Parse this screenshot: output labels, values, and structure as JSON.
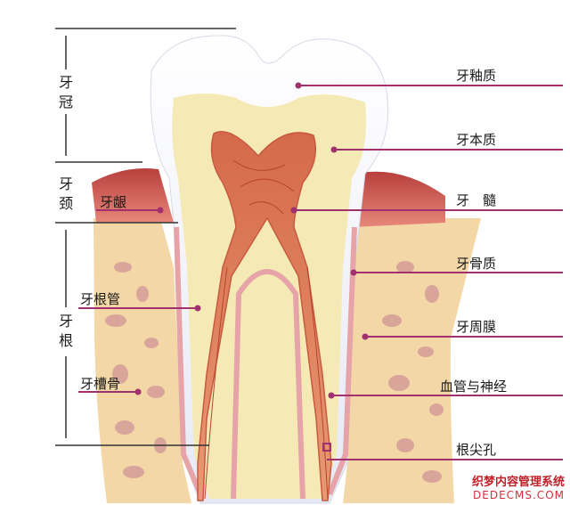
{
  "regions": {
    "crown": "牙冠",
    "neck": "牙颈",
    "root": "牙根"
  },
  "labels": {
    "enamel": "牙釉质",
    "dentin": "牙本质",
    "pulp": "牙　髓",
    "cementum": "牙骨质",
    "periodontium": "牙周膜",
    "vessels_nerves": "血管与神经",
    "apical_foramen": "根尖孔",
    "gingiva": "牙龈",
    "root_canal": "牙根管",
    "alveolar_bone": "牙槽骨"
  },
  "watermark": {
    "line1": "织梦内容管理系统",
    "line2": "DEDECMS.COM"
  },
  "colors": {
    "leader": "#a0306e",
    "bone": "#f3d7a6",
    "bone_spot": "#c98d8e",
    "gum": "#d4655e",
    "enamel": "#fbfbff",
    "dentin": "#f5eab5",
    "pulp": "#e07a56"
  }
}
